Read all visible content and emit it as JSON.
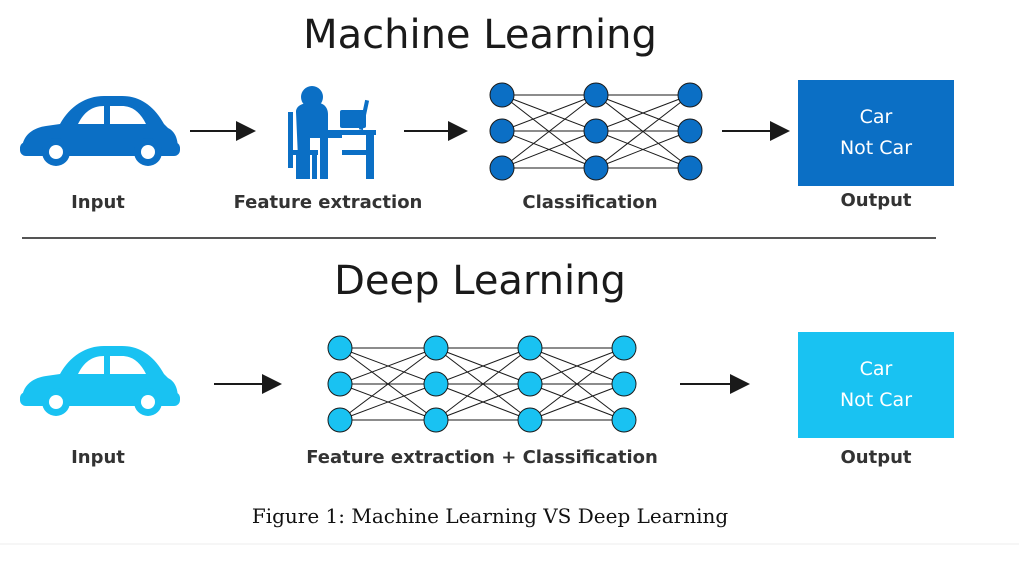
{
  "colors": {
    "ml_blue": "#0b6fc5",
    "dl_blue": "#19c2f2",
    "arrow": "#1a1a1a",
    "divider": "#555555"
  },
  "machine_learning": {
    "title": "Machine Learning",
    "input_label": "Input",
    "feature_label": "Feature extraction",
    "classification_label": "Classification",
    "output_label": "Output",
    "output_box": {
      "line1": "Car",
      "line2": "Not Car"
    },
    "icons": [
      "car-icon",
      "person-at-computer-icon",
      "neural-network-icon"
    ]
  },
  "deep_learning": {
    "title": "Deep Learning",
    "input_label": "Input",
    "combined_label": "Feature extraction + Classification",
    "output_label": "Output",
    "output_box": {
      "line1": "Car",
      "line2": "Not Car"
    },
    "icons": [
      "car-icon",
      "neural-network-icon"
    ]
  },
  "caption": "Figure 1:  Machine Learning VS Deep Learning"
}
